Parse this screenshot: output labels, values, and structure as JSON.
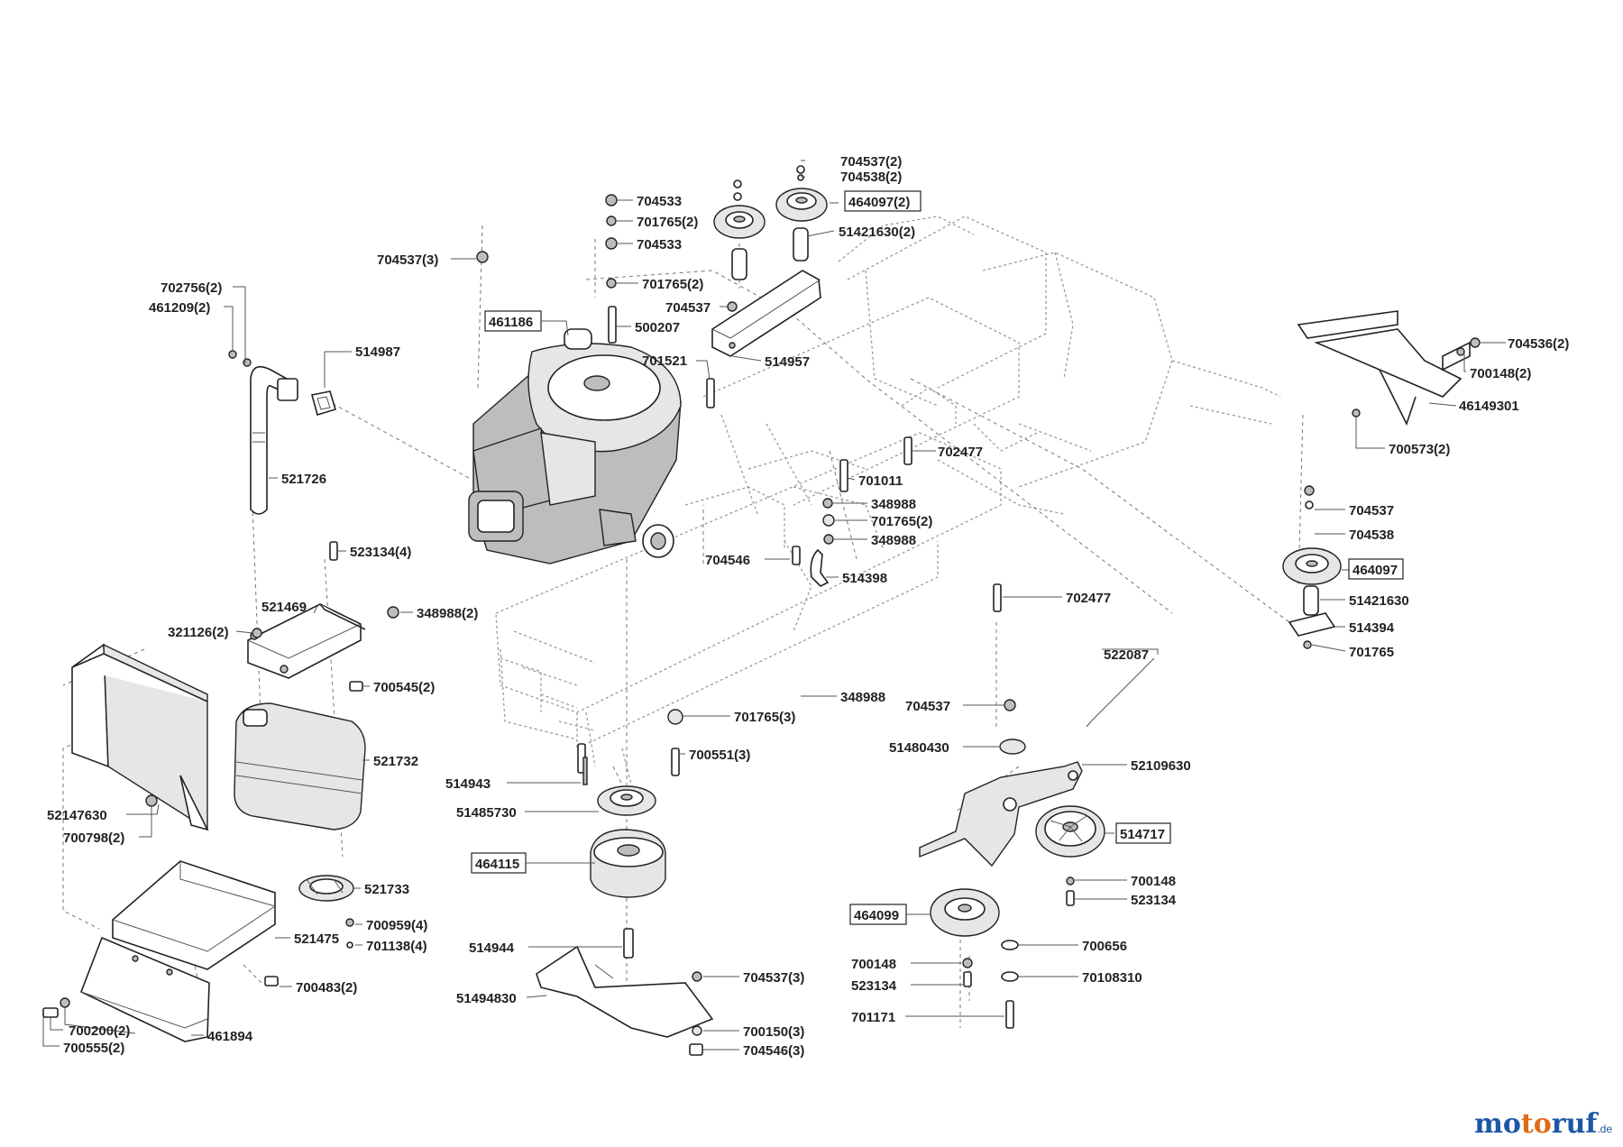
{
  "labels": {
    "l704537_2": "704537(2)",
    "l704538_2": "704538(2)",
    "l464097_2": "464097(2)",
    "l51421630_2": "51421630(2)",
    "l704533_a": "704533",
    "l701765_2a": "701765(2)",
    "l704533_b": "704533",
    "l704537_3": "704537(3)",
    "l701765_2b": "701765(2)",
    "l704537_a": "704537",
    "l500207": "500207",
    "l461186": "461186",
    "l514957": "514957",
    "l701521": "701521",
    "l702756_2": "702756(2)",
    "l461209_2": "461209(2)",
    "l514987": "514987",
    "l521726": "521726",
    "l704536_2": "704536(2)",
    "l700148_2": "700148(2)",
    "l46149301": "46149301",
    "l700573_2": "700573(2)",
    "l702477_a": "702477",
    "l701011": "701011",
    "l348988_a": "348988",
    "l701765_2c": "701765(2)",
    "l348988_b": "348988",
    "l704546": "704546",
    "l514398": "514398",
    "l702477_b": "702477",
    "l704537_r": "704537",
    "l704538_r": "704538",
    "l464097": "464097",
    "l51421630": "51421630",
    "l514394": "514394",
    "l701765_r": "701765",
    "l523134_4": "523134(4)",
    "l521469": "521469",
    "l348988_2": "348988(2)",
    "l321126_2": "321126(2)",
    "l700545_2": "700545(2)",
    "l522087": "522087",
    "l348988_c": "348988",
    "l704537_c": "704537",
    "l701765_3": "701765(3)",
    "l51480430": "51480430",
    "l700551_3": "700551(3)",
    "l52109630": "52109630",
    "l521732": "521732",
    "l514943": "514943",
    "l51485730": "51485730",
    "l52147630": "52147630",
    "l700798_2": "700798(2)",
    "l514717": "514717",
    "l464115": "464115",
    "l700148_a": "700148",
    "l521733": "521733",
    "l523134_a": "523134",
    "l464099": "464099",
    "l700959_4": "700959(4)",
    "l701138_4": "701138(4)",
    "l521475": "521475",
    "l514944": "514944",
    "l700656": "700656",
    "l700148_b": "700148",
    "l70108310": "70108310",
    "l704537_3b": "704537(3)",
    "l523134_b": "523134",
    "l51494830": "51494830",
    "l700483_2": "700483(2)",
    "l701171": "701171",
    "l700150_3": "700150(3)",
    "l461894": "461894",
    "l700200_2": "700200(2)",
    "l700555_2": "700555(2)",
    "l704546_3": "704546(3)"
  },
  "watermark": {
    "part1": "mo",
    "part2": "to",
    "part3": "ruf",
    "suffix": ".de"
  },
  "colors": {
    "watermark_blue": "#1c57a5",
    "watermark_orange": "#e06b16",
    "line": "#222222"
  }
}
